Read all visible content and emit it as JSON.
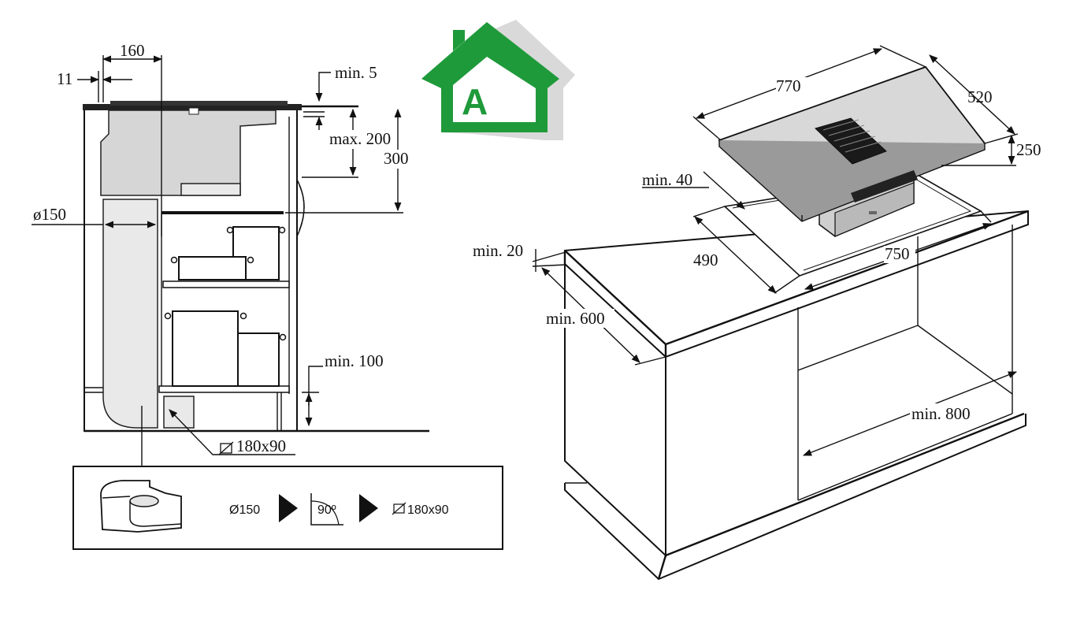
{
  "side_view": {
    "dim_11": "11",
    "dim_160": "160",
    "dim_min5": "min. 5",
    "dim_max200": "max. 200",
    "dim_300": "300",
    "dim_d150": "ø150",
    "dim_min100": "min. 100",
    "dim_180x90": "180x90"
  },
  "adapter_box": {
    "label_d150": "Ø150",
    "label_90": "90º",
    "label_180x90": "180x90"
  },
  "energy_label": {
    "letter": "A",
    "color": "#1f9a3a"
  },
  "iso_view": {
    "dim_770": "770",
    "dim_520": "520",
    "dim_250": "250",
    "dim_min40": "min. 40",
    "dim_490": "490",
    "dim_750": "750",
    "dim_min20": "min. 20",
    "dim_min600": "min. 600",
    "dim_min800": "min. 800"
  }
}
